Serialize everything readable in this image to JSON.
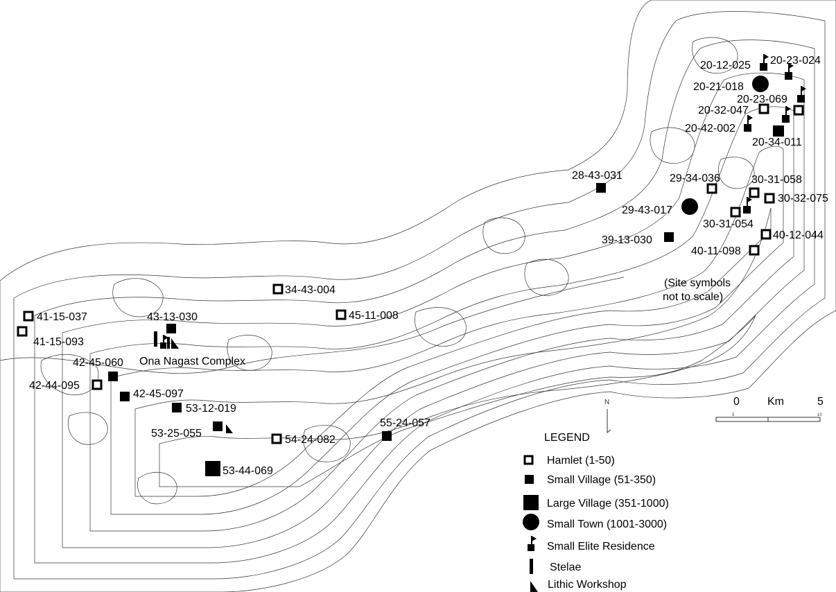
{
  "sites": [
    {
      "id": "20-12-025",
      "type": "small-village",
      "elite": true
    },
    {
      "id": "20-23-024",
      "type": "small-village",
      "elite": true
    },
    {
      "id": "20-21-018",
      "type": "small-town"
    },
    {
      "id": "20-23-069",
      "type": "small-village",
      "elite": true
    },
    {
      "id": "20-32-047",
      "type": "hamlet"
    },
    {
      "id": "20-42-002",
      "type": "small-village",
      "elite": true
    },
    {
      "id": "20-34-011",
      "type": "small-village",
      "elite": true
    },
    {
      "id": "28-43-031",
      "type": "small-village"
    },
    {
      "id": "29-34-036",
      "type": "hamlet"
    },
    {
      "id": "30-31-058",
      "type": "hamlet"
    },
    {
      "id": "29-43-017",
      "type": "small-town"
    },
    {
      "id": "30-32-075",
      "type": "hamlet"
    },
    {
      "id": "30-31-054",
      "type": "hamlet"
    },
    {
      "id": "39-13-030",
      "type": "small-village"
    },
    {
      "id": "40-12-044",
      "type": "hamlet"
    },
    {
      "id": "40-11-098",
      "type": "hamlet"
    },
    {
      "id": "34-43-004",
      "type": "hamlet"
    },
    {
      "id": "45-11-008",
      "type": "hamlet"
    },
    {
      "id": "41-15-037",
      "type": "hamlet"
    },
    {
      "id": "41-15-093",
      "type": "hamlet"
    },
    {
      "id": "43-13-030",
      "type": "small-village"
    },
    {
      "id": "42-45-060",
      "type": "small-village"
    },
    {
      "id": "42-44-095",
      "type": "hamlet"
    },
    {
      "id": "42-45-097",
      "type": "small-village"
    },
    {
      "id": "53-12-019",
      "type": "small-village"
    },
    {
      "id": "53-25-055",
      "type": "small-village",
      "lithic": true
    },
    {
      "id": "54-24-082",
      "type": "hamlet"
    },
    {
      "id": "55-24-057",
      "type": "small-village"
    },
    {
      "id": "53-44-069",
      "type": "large-village"
    }
  ],
  "complex_label": "Ona Nagast Complex",
  "note_line1": "(Site symbols",
  "note_line2": "not to scale)",
  "north_label": "N",
  "scale": {
    "zero": "0",
    "unit": "Km",
    "max": "5",
    "tick_mid": "5",
    "tick_end": "10"
  },
  "legend": {
    "title": "LEGEND",
    "items": [
      {
        "key": "hamlet",
        "label": "Hamlet (1-50)"
      },
      {
        "key": "small-village",
        "label": "Small Village (51-350)"
      },
      {
        "key": "large-village",
        "label": "Large Village (351-1000)"
      },
      {
        "key": "small-town",
        "label": "Small Town (1001-3000)"
      },
      {
        "key": "elite",
        "label": "Small Elite Residence"
      },
      {
        "key": "stelae",
        "label": "Stelae"
      },
      {
        "key": "lithic",
        "label": "Lithic Workshop"
      }
    ]
  }
}
